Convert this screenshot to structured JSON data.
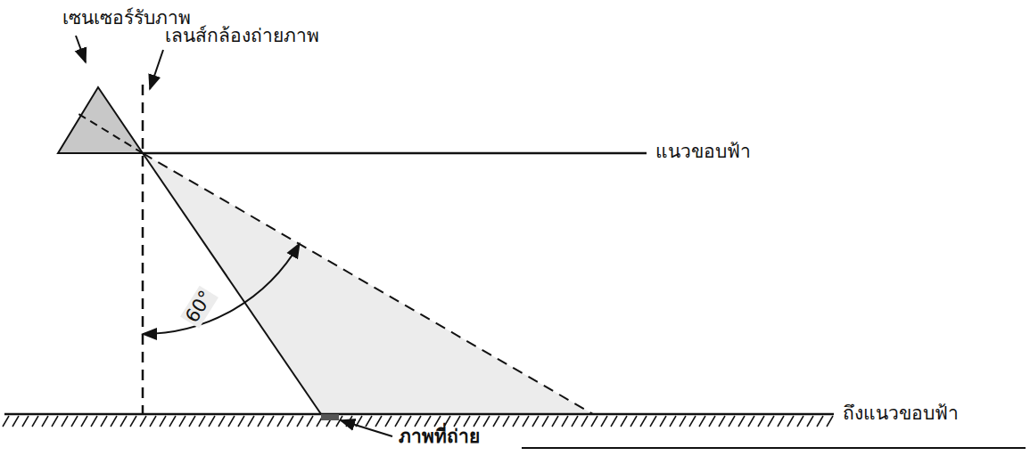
{
  "diagram": {
    "labels": [
      "เซนเซอร์รับภาพ",
      "เลนส์กล้องถ่ายภาพ",
      "แนวขอบฟ้า",
      "60°",
      "ถึงแนวขอบฟ้า",
      "ภาพที่ถ่าย"
    ]
  }
}
